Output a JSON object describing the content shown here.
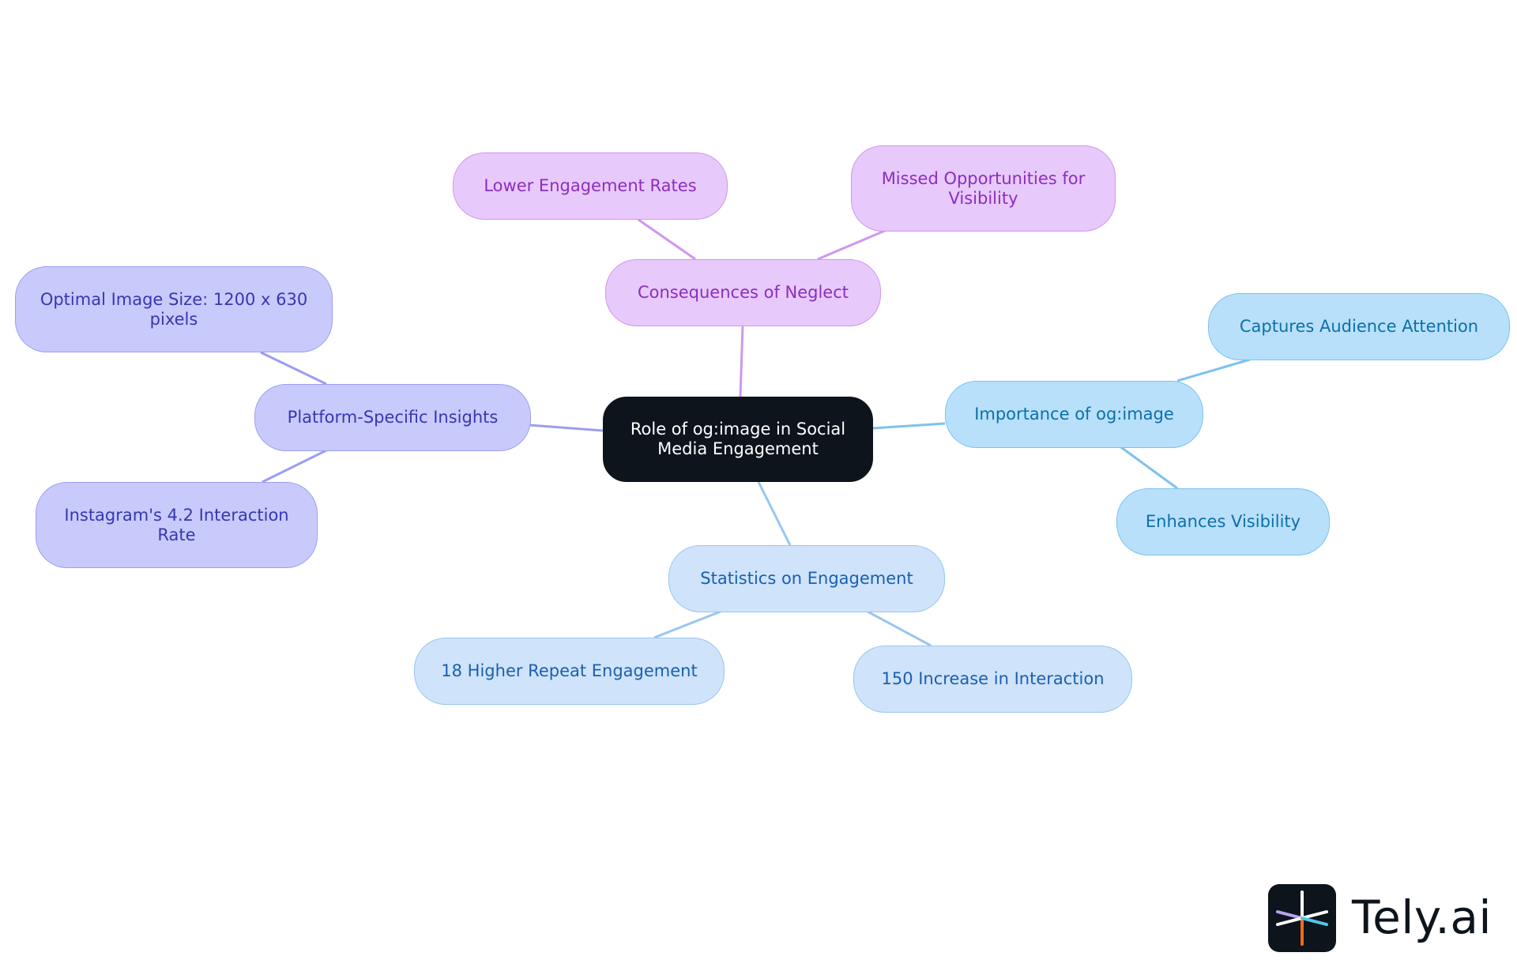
{
  "diagram": {
    "root": {
      "label": "Role of og:image in Social Media Engagement"
    },
    "branches": {
      "consequences": {
        "label": "Consequences of Neglect",
        "children": [
          "Lower Engagement Rates",
          "Missed Opportunities for Visibility"
        ],
        "color": "#cf96ee"
      },
      "platform": {
        "label": "Platform-Specific Insights",
        "children": [
          "Optimal Image Size: 1200 x 630 pixels",
          "Instagram's 4.2 Interaction Rate"
        ],
        "color": "#9c9ef0"
      },
      "importance": {
        "label": "Importance of og:image",
        "children": [
          "Captures Audience Attention",
          "Enhances Visibility"
        ],
        "color": "#7cc2ef"
      },
      "statistics": {
        "label": "Statistics on Engagement",
        "children": [
          "18 Higher Repeat Engagement",
          "150 Increase in Interaction"
        ],
        "color": "#98c6ef"
      }
    }
  },
  "brand": {
    "name": "Tely.ai",
    "icon": "tely-logo-icon"
  }
}
